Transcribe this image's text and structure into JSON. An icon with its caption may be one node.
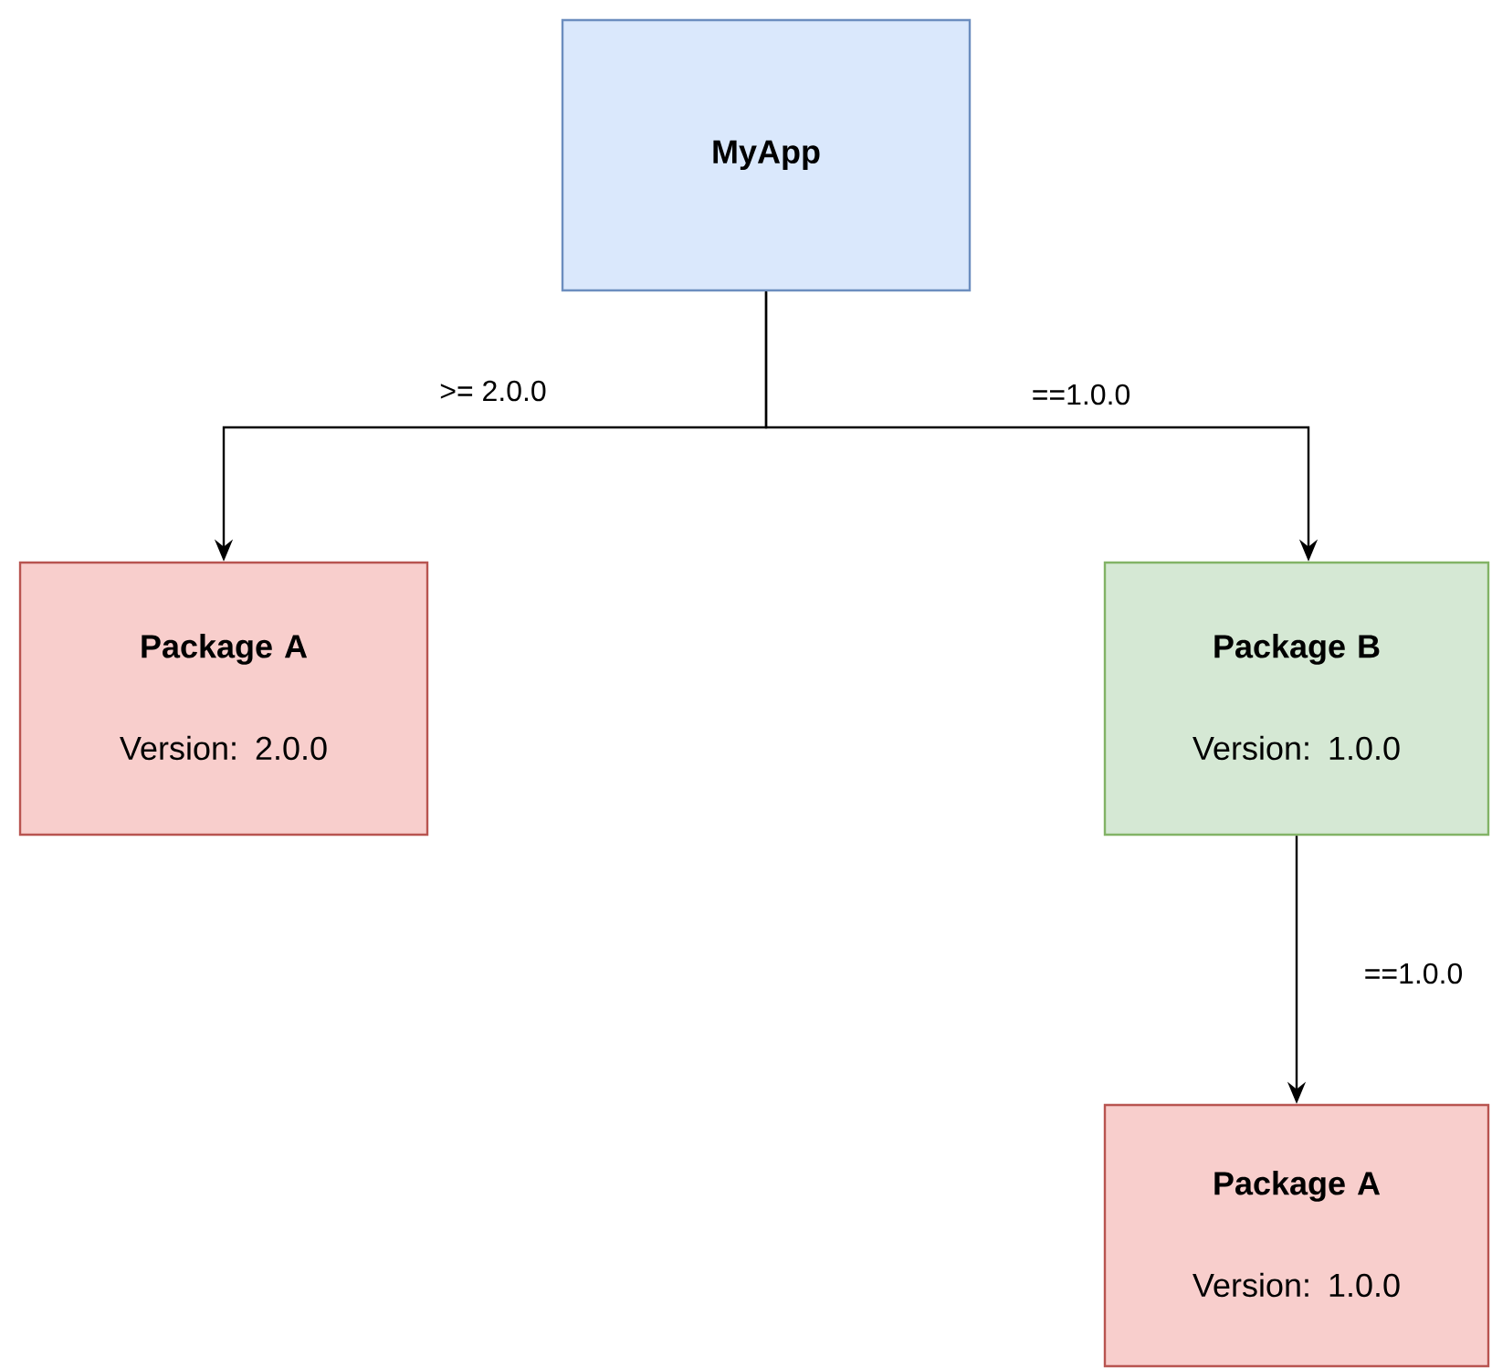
{
  "diagram": {
    "nodes": [
      {
        "text": [
          "MyApp"
        ]
      },
      {
        "text": [
          "Package A",
          "Version: 2.0.0"
        ]
      },
      {
        "text": [
          "Package B",
          "Version: 1.0.0"
        ]
      },
      {
        "text": [
          "Package A",
          "Version: 1.0.0"
        ]
      }
    ],
    "edges": [
      {
        "from": 0,
        "to": 1,
        "arrow": "to",
        "label": ">= 2.0.0"
      },
      {
        "from": 0,
        "to": 2,
        "arrow": "to",
        "label": "==1.0.0"
      },
      {
        "from": 2,
        "to": 3,
        "arrow": "to",
        "label": "==1.0.0"
      }
    ]
  }
}
